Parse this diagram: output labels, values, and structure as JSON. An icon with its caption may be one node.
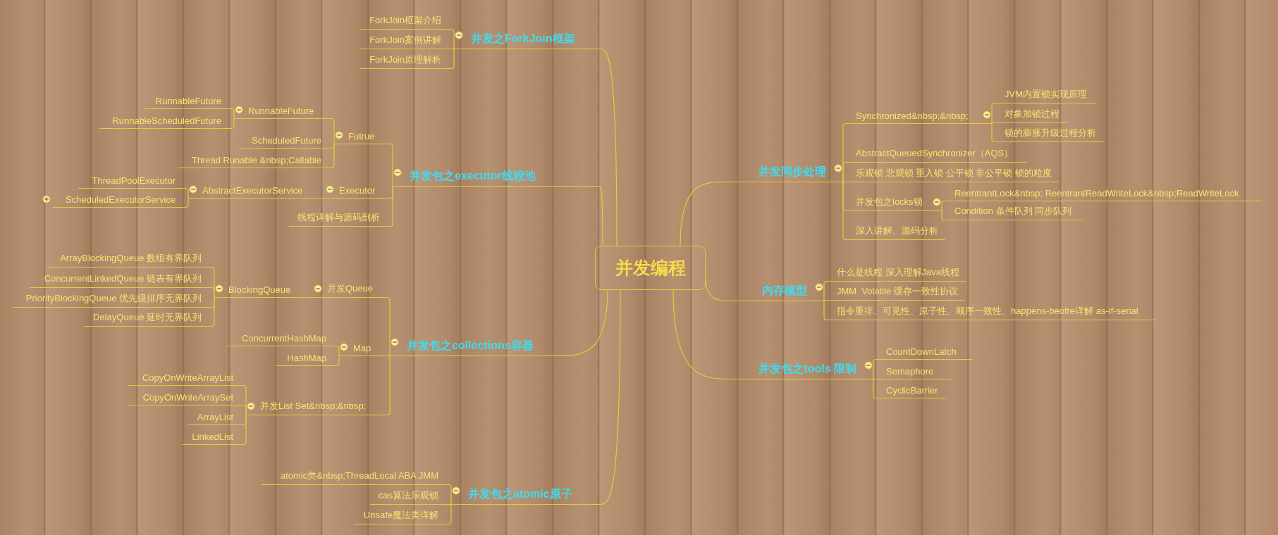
{
  "diagram": {
    "nodes": [
      {
        "text": [
          "并发编程"
        ]
      },
      {
        "text": [
          "并发之ForkJoin框架"
        ]
      },
      {
        "text": [
          "ForkJoin框架介绍"
        ]
      },
      {
        "text": [
          "ForkJoin案例讲解"
        ]
      },
      {
        "text": [
          "ForkJoin原理解析"
        ]
      },
      {
        "text": [
          "并发包之executor线程池"
        ]
      },
      {
        "text": [
          "Futrue"
        ]
      },
      {
        "text": [
          "RunnableFuture"
        ]
      },
      {
        "text": [
          "RunnableFuture"
        ]
      },
      {
        "text": [
          "RunnableScheduledFuture"
        ]
      },
      {
        "text": [
          "ScheduledFuture"
        ]
      },
      {
        "text": [
          "Thread Runable &nbsp;Callable"
        ]
      },
      {
        "text": [
          "Executor"
        ]
      },
      {
        "text": [
          "AbstractExecutorService"
        ]
      },
      {
        "text": [
          "ThreadPoolExecutor"
        ]
      },
      {
        "text": [
          "ScheduledExecutorService"
        ]
      },
      {
        "text": [
          "线程详解与源码剖析"
        ]
      },
      {
        "text": [
          "并发包之collections容器"
        ]
      },
      {
        "text": [
          "并发Queue"
        ]
      },
      {
        "text": [
          "BlockingQueue"
        ]
      },
      {
        "text": [
          "ArrayBlockingQueue 数组有界队列"
        ]
      },
      {
        "text": [
          "ConcurrentLinkedQueue 链表有界队列"
        ]
      },
      {
        "text": [
          "PriorityBlockingQueue 优先级排序无界队列"
        ]
      },
      {
        "text": [
          "DelayQueue 延时无界队列"
        ]
      },
      {
        "text": [
          "Map"
        ]
      },
      {
        "text": [
          "ConcurrentHashMap"
        ]
      },
      {
        "text": [
          "HashMap"
        ]
      },
      {
        "text": [
          "并发List Set&nbsp;&nbsp;"
        ]
      },
      {
        "text": [
          "CopyOnWriteArrayList"
        ]
      },
      {
        "text": [
          "CopyOnWriteArraySet"
        ]
      },
      {
        "text": [
          "ArrayList"
        ]
      },
      {
        "text": [
          "LinkedList"
        ]
      },
      {
        "text": [
          "并发包之atomic原子"
        ]
      },
      {
        "text": [
          "atomic类&nbsp;ThreadLocal ABA JMM"
        ]
      },
      {
        "text": [
          "cas算法乐观锁"
        ]
      },
      {
        "text": [
          "Unsafe魔法类详解"
        ]
      },
      {
        "text": [
          "并发同步处理"
        ]
      },
      {
        "text": [
          "Synchronized&nbsp;&nbsp;"
        ]
      },
      {
        "text": [
          "JVM内置锁实现原理"
        ]
      },
      {
        "text": [
          "对象加锁过程"
        ]
      },
      {
        "text": [
          "锁的膨胀升级过程分析"
        ]
      },
      {
        "text": [
          "AbstractQueuedSynchronizer（AQS）"
        ]
      },
      {
        "text": [
          "乐观锁 悲观锁 重入锁 公平锁 非公平锁 锁的粒度"
        ]
      },
      {
        "text": [
          "并发包之locks锁"
        ]
      },
      {
        "text": [
          "ReentrantLock&nbsp; ReentrantReadWriteLock&nbsp;ReadWriteLock"
        ]
      },
      {
        "text": [
          "Condition 条件队列 同步队列"
        ]
      },
      {
        "text": [
          "深入讲解、源码分析"
        ]
      },
      {
        "text": [
          "内存模型"
        ]
      },
      {
        "text": [
          "什么是线程 深入理解Java线程"
        ]
      },
      {
        "text": [
          "JMM  Volatile 缓存一致性协议"
        ]
      },
      {
        "text": [
          "指令重排、可见性、原子性、顺序一致性、happens-beofre详解 as-if-serial"
        ]
      },
      {
        "text": [
          "并发包之tools 限制"
        ]
      },
      {
        "text": [
          "CountDownLatch"
        ]
      },
      {
        "text": [
          "Semaphore"
        ]
      },
      {
        "text": [
          "CyclicBarrier"
        ]
      }
    ],
    "edges": [
      {
        "from": 0,
        "to": 1,
        "arrow": "none"
      },
      {
        "from": 1,
        "to": 2,
        "arrow": "none"
      },
      {
        "from": 1,
        "to": 3,
        "arrow": "none"
      },
      {
        "from": 1,
        "to": 4,
        "arrow": "none"
      },
      {
        "from": 0,
        "to": 5,
        "arrow": "none"
      },
      {
        "from": 5,
        "to": 6,
        "arrow": "none"
      },
      {
        "from": 6,
        "to": 7,
        "arrow": "none"
      },
      {
        "from": 7,
        "to": 8,
        "arrow": "none"
      },
      {
        "from": 7,
        "to": 9,
        "arrow": "none"
      },
      {
        "from": 6,
        "to": 10,
        "arrow": "none"
      },
      {
        "from": 6,
        "to": 11,
        "arrow": "none"
      },
      {
        "from": 5,
        "to": 12,
        "arrow": "none"
      },
      {
        "from": 12,
        "to": 13,
        "arrow": "none"
      },
      {
        "from": 13,
        "to": 14,
        "arrow": "none"
      },
      {
        "from": 13,
        "to": 15,
        "arrow": "none"
      },
      {
        "from": 5,
        "to": 16,
        "arrow": "none"
      },
      {
        "from": 0,
        "to": 17,
        "arrow": "none"
      },
      {
        "from": 17,
        "to": 18,
        "arrow": "none"
      },
      {
        "from": 18,
        "to": 19,
        "arrow": "none"
      },
      {
        "from": 19,
        "to": 20,
        "arrow": "none"
      },
      {
        "from": 19,
        "to": 21,
        "arrow": "none"
      },
      {
        "from": 19,
        "to": 22,
        "arrow": "none"
      },
      {
        "from": 19,
        "to": 23,
        "arrow": "none"
      },
      {
        "from": 17,
        "to": 24,
        "arrow": "none"
      },
      {
        "from": 24,
        "to": 25,
        "arrow": "none"
      },
      {
        "from": 24,
        "to": 26,
        "arrow": "none"
      },
      {
        "from": 17,
        "to": 27,
        "arrow": "none"
      },
      {
        "from": 27,
        "to": 28,
        "arrow": "none"
      },
      {
        "from": 27,
        "to": 29,
        "arrow": "none"
      },
      {
        "from": 27,
        "to": 30,
        "arrow": "none"
      },
      {
        "from": 27,
        "to": 31,
        "arrow": "none"
      },
      {
        "from": 0,
        "to": 32,
        "arrow": "none"
      },
      {
        "from": 32,
        "to": 33,
        "arrow": "none"
      },
      {
        "from": 32,
        "to": 34,
        "arrow": "none"
      },
      {
        "from": 32,
        "to": 35,
        "arrow": "none"
      },
      {
        "from": 0,
        "to": 36,
        "arrow": "none"
      },
      {
        "from": 36,
        "to": 37,
        "arrow": "none"
      },
      {
        "from": 37,
        "to": 38,
        "arrow": "none"
      },
      {
        "from": 37,
        "to": 39,
        "arrow": "none"
      },
      {
        "from": 37,
        "to": 40,
        "arrow": "none"
      },
      {
        "from": 36,
        "to": 41,
        "arrow": "none"
      },
      {
        "from": 36,
        "to": 42,
        "arrow": "none"
      },
      {
        "from": 36,
        "to": 43,
        "arrow": "none"
      },
      {
        "from": 43,
        "to": 44,
        "arrow": "none"
      },
      {
        "from": 43,
        "to": 45,
        "arrow": "none"
      },
      {
        "from": 36,
        "to": 46,
        "arrow": "none"
      },
      {
        "from": 0,
        "to": 47,
        "arrow": "none"
      },
      {
        "from": 47,
        "to": 48,
        "arrow": "none"
      },
      {
        "from": 47,
        "to": 49,
        "arrow": "none"
      },
      {
        "from": 47,
        "to": 50,
        "arrow": "none"
      },
      {
        "from": 0,
        "to": 51,
        "arrow": "none"
      },
      {
        "from": 51,
        "to": 52,
        "arrow": "none"
      },
      {
        "from": 51,
        "to": 53,
        "arrow": "none"
      },
      {
        "from": 51,
        "to": 54,
        "arrow": "none"
      }
    ]
  }
}
